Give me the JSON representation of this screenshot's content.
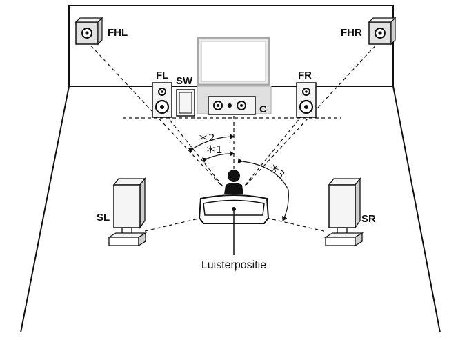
{
  "speakers": {
    "fhl": "FHL",
    "fhr": "FHR",
    "fl": "FL",
    "sw": "SW",
    "fr": "FR",
    "c": "C",
    "sl": "SL",
    "sr": "SR"
  },
  "annotations": {
    "angle_1": "＊1",
    "angle_2": "＊2",
    "angle_3": "＊3"
  },
  "listening_position_label": "Luisterpositie"
}
